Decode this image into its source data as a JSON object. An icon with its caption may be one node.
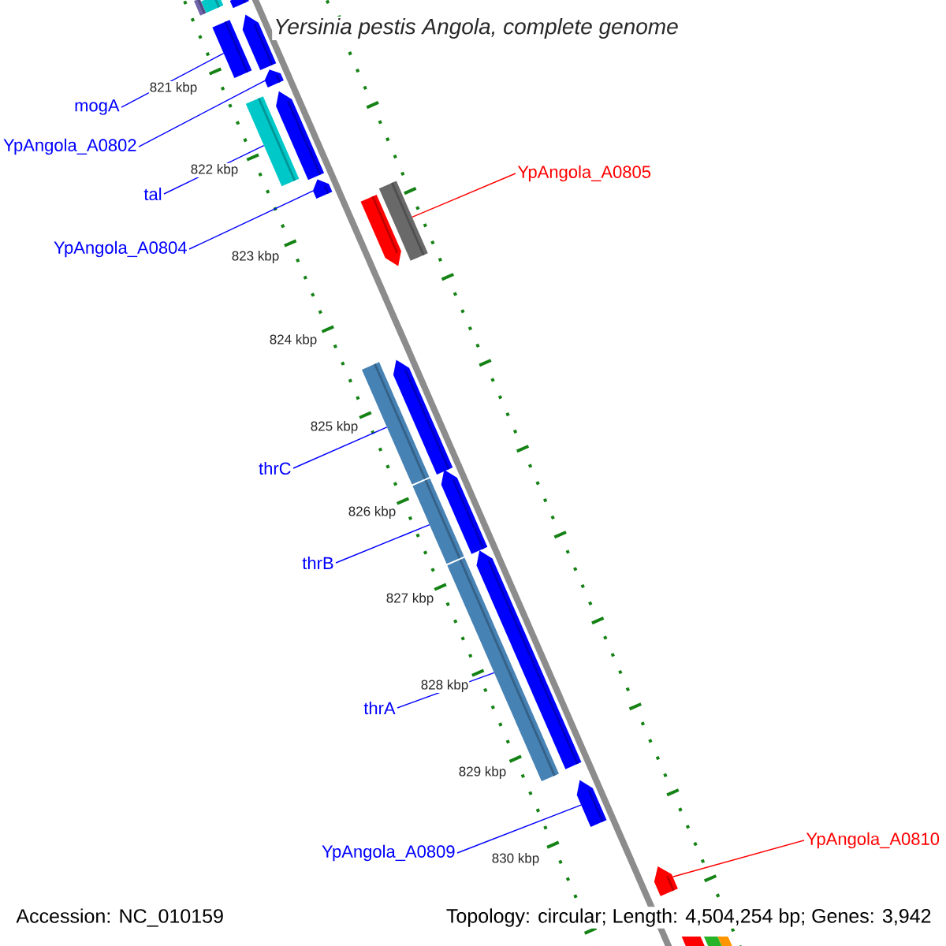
{
  "diagram": {
    "title": "Yersinia pestis Angola, complete genome",
    "nodes": [
      {
        "text": [
          "mogA"
        ]
      },
      {
        "text": [
          "YpAngola_A0802"
        ]
      },
      {
        "text": [
          "YpAngola_A0805"
        ]
      },
      {
        "text": [
          "tal"
        ]
      },
      {
        "text": [
          "YpAngola_A0804"
        ]
      },
      {
        "text": [
          "thrC"
        ]
      },
      {
        "text": [
          "thrB"
        ]
      },
      {
        "text": [
          "thrA"
        ]
      },
      {
        "text": [
          "YpAngola_A0810"
        ]
      },
      {
        "text": [
          "YpAngola_A0809"
        ]
      },
      {
        "text": [],
        "shape": "bar"
      },
      {
        "text": [],
        "shape": "bar"
      },
      {
        "text": [],
        "shape": "bar"
      },
      {
        "text": [],
        "shape": "bar"
      },
      {
        "text": [],
        "shape": "bar"
      },
      {
        "text": [],
        "shape": "bar"
      },
      {
        "text": [],
        "shape": "bar"
      },
      {
        "text": [],
        "shape": "bar"
      },
      {
        "text": [],
        "shape": "bar"
      },
      {
        "text": [],
        "shape": "bar"
      },
      {
        "text": [],
        "shape": "bar"
      },
      {
        "text": [],
        "shape": "bar"
      },
      {
        "text": [],
        "shape": "bar"
      },
      {
        "text": [],
        "shape": "bar"
      },
      {
        "text": [],
        "shape": "bar"
      },
      {
        "text": [],
        "shape": "bar"
      },
      {
        "text": [],
        "shape": "bar"
      },
      {
        "text": [],
        "shape": "bar"
      },
      {
        "text": [],
        "shape": "bar"
      },
      {
        "text": [],
        "shape": "bar"
      },
      {
        "text": [],
        "shape": "bar"
      },
      {
        "text": [],
        "shape": "bar"
      }
    ],
    "edges": [
      {
        "from": 0,
        "to": 10,
        "arrow": "none"
      },
      {
        "from": 1,
        "to": 11,
        "arrow": "none"
      },
      {
        "from": 2,
        "to": 14,
        "arrow": "none",
        "color": "#ff0000"
      },
      {
        "from": 3,
        "to": 12,
        "arrow": "none"
      },
      {
        "from": 4,
        "to": 13,
        "arrow": "none"
      },
      {
        "from": 5,
        "to": 15,
        "arrow": "none"
      },
      {
        "from": 6,
        "to": 16,
        "arrow": "none"
      },
      {
        "from": 7,
        "to": 17,
        "arrow": "none"
      },
      {
        "from": 8,
        "to": 19,
        "arrow": "none",
        "color": "#ff0000"
      },
      {
        "from": 9,
        "to": 18,
        "arrow": "none"
      }
    ],
    "labels": [
      "821 kbp",
      "822 kbp",
      "823 kbp",
      "824 kbp",
      "825 kbp",
      "826 kbp",
      "827 kbp",
      "828 kbp",
      "829 kbp",
      "830 kbp",
      "Accession: NC_010159",
      "Topology: circular; Length: 4,504,254 bp; Genes: 3,942"
    ]
  }
}
